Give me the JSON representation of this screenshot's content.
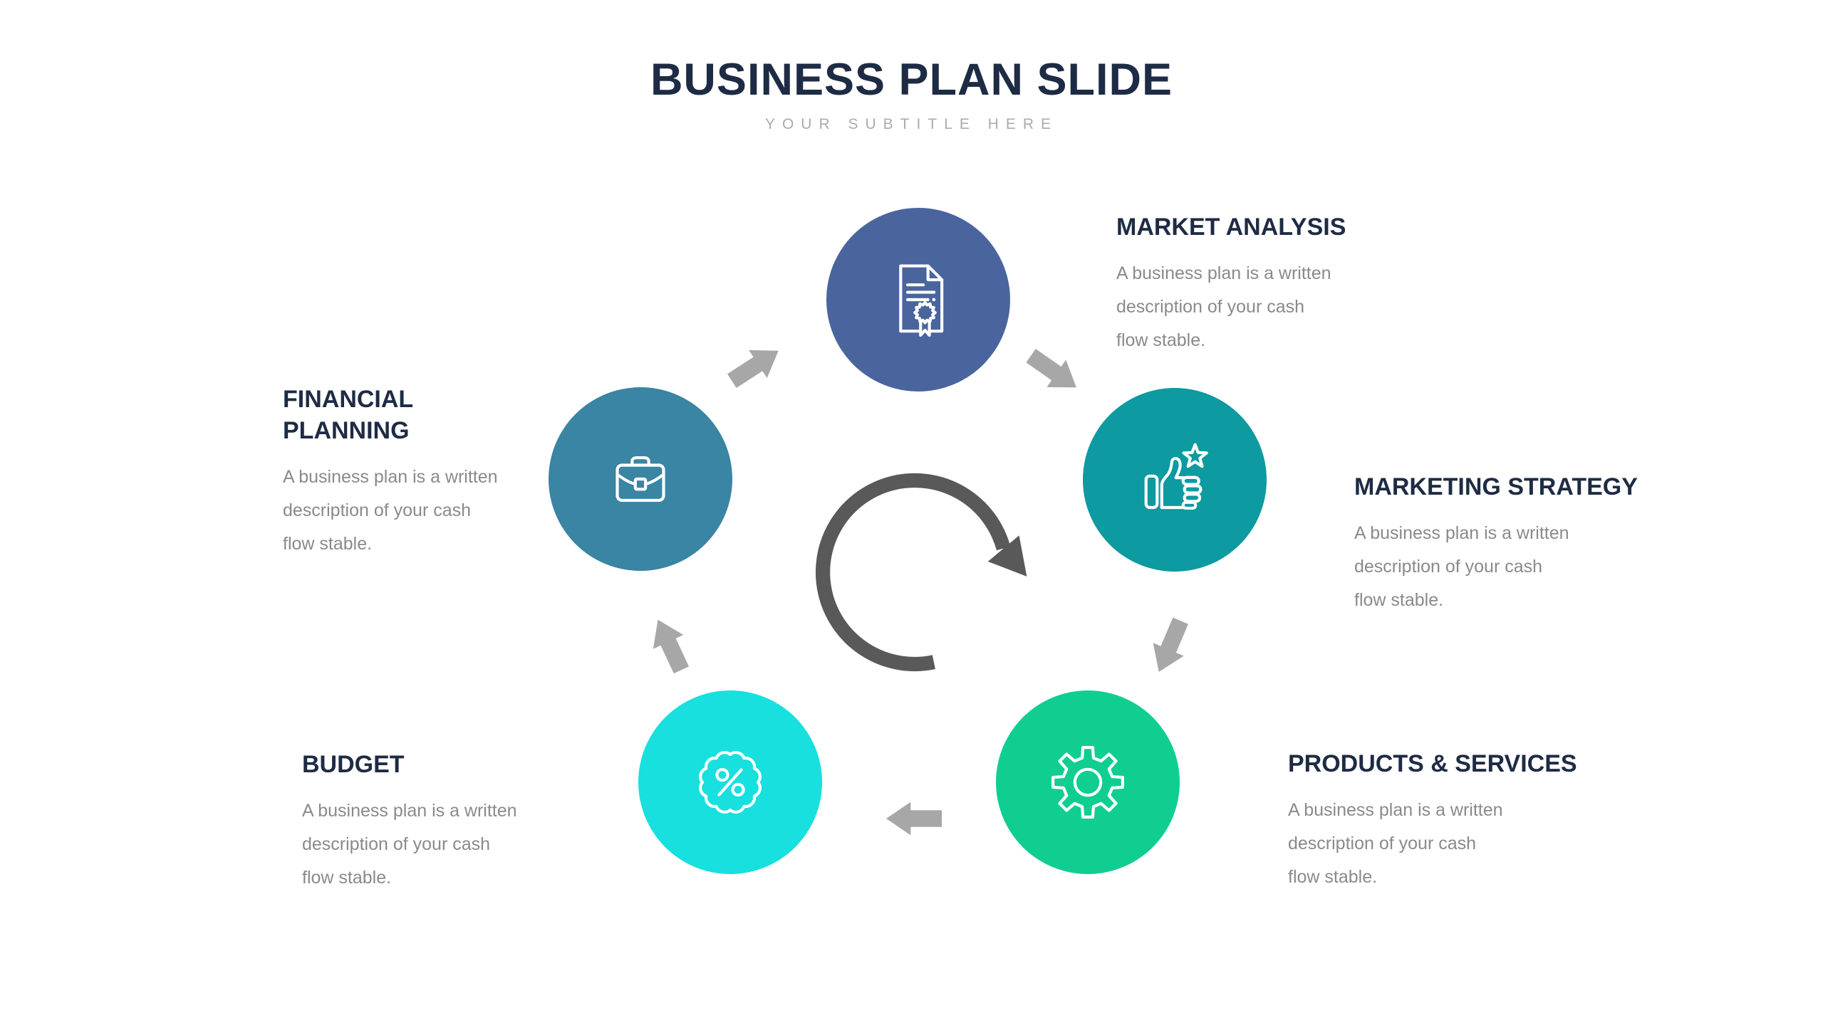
{
  "header": {
    "title": "BUSINESS PLAN SLIDE",
    "subtitle": "YOUR SUBTITLE HERE"
  },
  "colors": {
    "background": "#FFFFFF",
    "title": "#1E2B44",
    "subtitle": "#ABABAB",
    "heading": "#1E2B44",
    "body": "#8A8A8A",
    "cycle_arrow": "#595959",
    "connector_arrow": "#A7A7A7",
    "icon_stroke": "#FFFFFF"
  },
  "center": {
    "icon": "cycle-arrow-icon"
  },
  "items": [
    {
      "label": "MARKET ANALYSIS",
      "icon": "certificate-icon",
      "color": "#4A649E",
      "desc_lines": [
        "A business plan is a written",
        "description of your cash",
        "flow stable."
      ]
    },
    {
      "label": "MARKETING STRATEGY",
      "icon": "thumbs-up-star-icon",
      "color": "#0D9AA0",
      "desc_lines": [
        "A business plan is a written",
        "description of your cash",
        "flow stable."
      ]
    },
    {
      "label": "PRODUCTS & SERVICES",
      "icon": "gear-icon",
      "color": "#10CE92",
      "desc_lines": [
        "A business plan is a written",
        "description of your cash",
        "flow stable."
      ]
    },
    {
      "label": "BUDGET",
      "icon": "percent-badge-icon",
      "color": "#17E0DF",
      "desc_lines": [
        "A business plan is a written",
        "description of your cash",
        "flow stable."
      ]
    },
    {
      "label": "FINANCIAL PLANNING",
      "icon": "briefcase-icon",
      "color": "#3A84A4",
      "desc_lines": [
        "A business plan is a written",
        "description of your cash",
        "flow stable."
      ]
    }
  ]
}
